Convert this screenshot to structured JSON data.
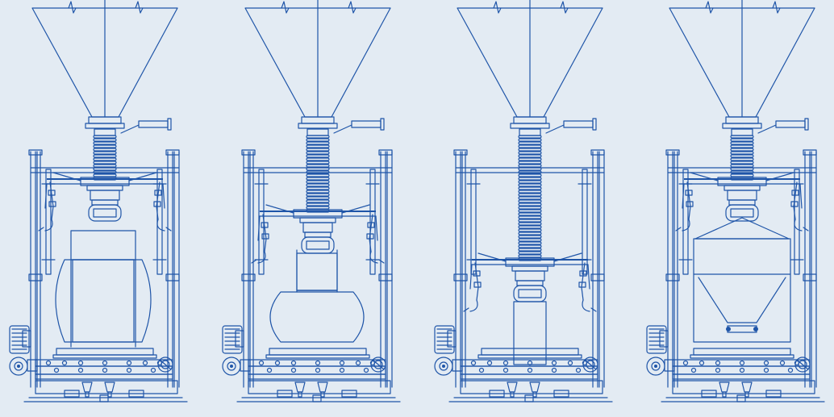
{
  "diagram": {
    "colors": {
      "background": "#e3ebf3",
      "line": "#1f55a8"
    },
    "stations": [
      {
        "stage": "filling-bag-large",
        "container": "bulk-bag-full",
        "platform_state": "lowered"
      },
      {
        "stage": "filling-bag-raised",
        "container": "bulk-bag-partial",
        "platform_state": "raised"
      },
      {
        "stage": "hose-extended",
        "container": "none",
        "platform_state": "lowered"
      },
      {
        "stage": "filling-rigid-container",
        "container": "hopper-container",
        "platform_state": "lowered"
      }
    ]
  }
}
